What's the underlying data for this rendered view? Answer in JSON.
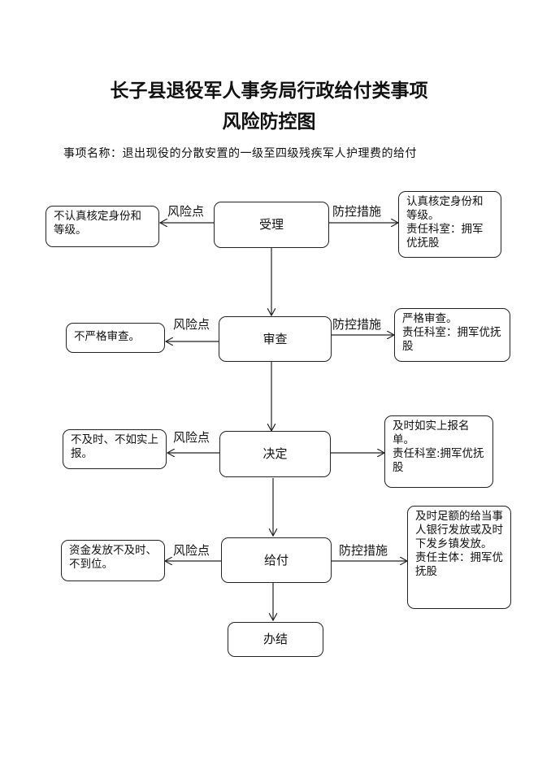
{
  "title_line1": "长子县退役军人事务局行政给付类事项",
  "title_line2": "风险防控图",
  "item_name": "事项名称：退出现役的分散安置的一级至四级残疾军人护理费的给付",
  "steps": [
    {
      "label": "受理",
      "risk_label": "风险点",
      "risk": "不认真核定身份和等级。",
      "control_label": "防控措施",
      "control": "认真核定身份和等级。\n责任科室：拥军优抚股"
    },
    {
      "label": "审查",
      "risk_label": "风险点",
      "risk": "不严格审查。",
      "control_label": "防控措施",
      "control": "严格审查。\n责任科室：拥军优抚股"
    },
    {
      "label": "决定",
      "risk_label": "风险点",
      "risk": "不及时、不如实上报。",
      "control_label": "",
      "control": "及时如实上报名单。\n责任科室:拥军优抚股"
    },
    {
      "label": "给付",
      "risk_label": "风险点",
      "risk": "资金发放不及时、不到位。",
      "control_label": "防控措施",
      "control": "及时足额的给当事人银行发放或及时下发乡镇发放。\n责任主体：拥军优抚股"
    }
  ],
  "final_step": "办结"
}
